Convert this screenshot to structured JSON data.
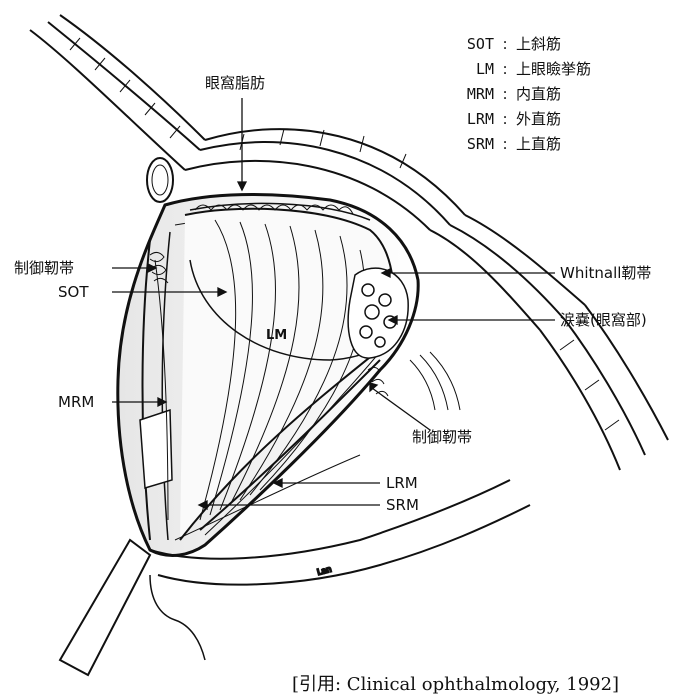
{
  "legend": {
    "items": [
      {
        "abbr": "SOT",
        "sep": ":",
        "name": "上斜筋"
      },
      {
        "abbr": "LM",
        "sep": ":",
        "name": "上眼瞼挙筋"
      },
      {
        "abbr": "MRM",
        "sep": ":",
        "name": "内直筋"
      },
      {
        "abbr": "LRM",
        "sep": ":",
        "name": "外直筋"
      },
      {
        "abbr": "SRM",
        "sep": ":",
        "name": "上直筋"
      }
    ]
  },
  "labels": {
    "orbital_fat": "眼窩脂肪",
    "check_ligament_left": "制御靭帯",
    "sot": "SOT",
    "mrm": "MRM",
    "lm": "LM",
    "whitnall": "Whitnall靭帯",
    "lacrimal_gland": "涙嚢(眼窩部)",
    "check_ligament_right": "制御靭帯",
    "lrm": "LRM",
    "srm": "SRM"
  },
  "citation": "[引用: Clinical ophthalmology, 1992]",
  "colors": {
    "ink": "#111111",
    "background": "#ffffff",
    "shade": "#cfcfcf"
  }
}
